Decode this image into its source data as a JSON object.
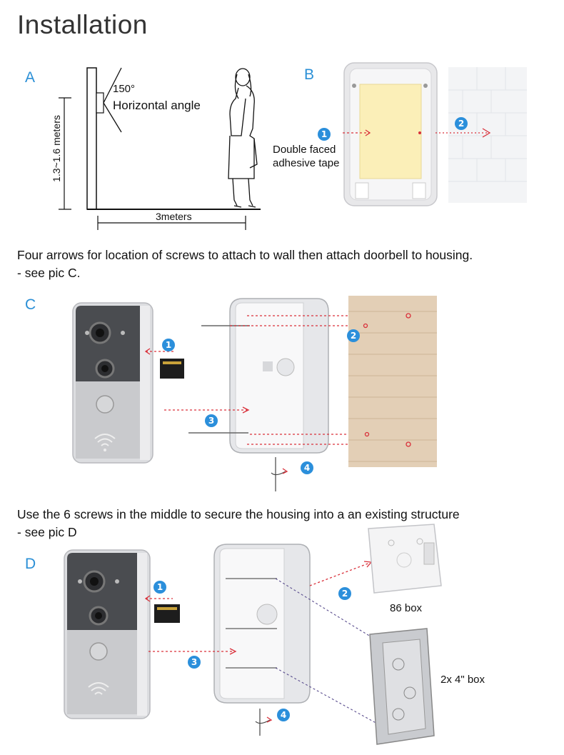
{
  "title": "Installation",
  "sections": {
    "a": {
      "label": "A",
      "angle_value": "150°",
      "angle_text": "Horizontal angle",
      "height_text": "1.3~1.6 meters",
      "distance_text": "3meters"
    },
    "b": {
      "label": "B",
      "tape_text_line1": "Double faced",
      "tape_text_line2": "adhesive tape",
      "step1": "1",
      "step2": "2"
    },
    "para1_line1": "Four arrows for location of screws to attach to wall then attach doorbell to housing.",
    "para1_line2": "- see pic C.",
    "c": {
      "label": "C",
      "step1": "1",
      "step2": "2",
      "step3": "3",
      "step4": "4"
    },
    "para2_line1": "Use the 6 screws in the middle to secure the housing into a an existing structure",
    "para2_line2": "- see pic D",
    "d": {
      "label": "D",
      "step1": "1",
      "step2": "2",
      "step3": "3",
      "step4": "4",
      "box1_label": "86 box",
      "box2_label": "2x 4\" box"
    }
  },
  "colors": {
    "accent_blue": "#2b8fdb",
    "arrow_red": "#d9303a",
    "tape_yellow": "#fbefb8"
  }
}
